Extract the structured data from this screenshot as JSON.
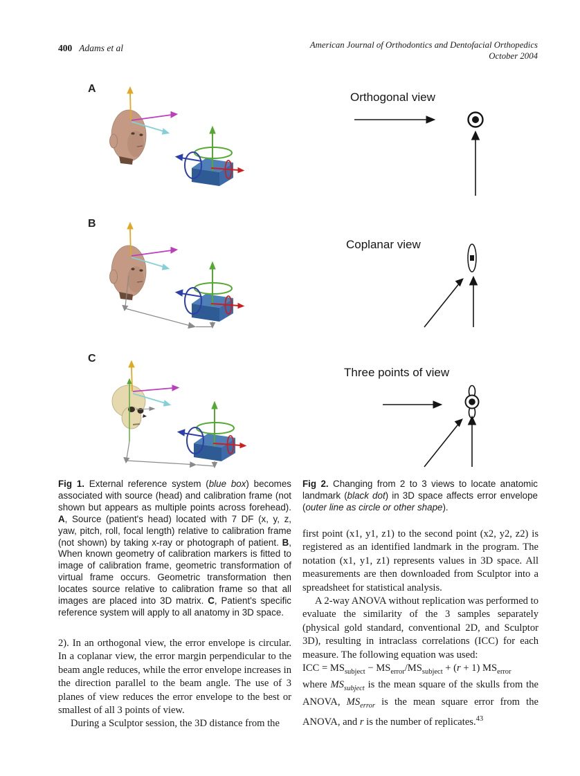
{
  "header": {
    "page_number": "400",
    "authors": "Adams et al",
    "journal_line1": "American Journal of Orthodontics and Dentofacial Orthopedics",
    "journal_line2": "October 2004"
  },
  "fig1": {
    "panel_labels": [
      "A",
      "B",
      "C"
    ],
    "caption_runs": [
      {
        "t": "Fig 1.",
        "s": "b"
      },
      {
        "t": " External reference system (",
        "s": ""
      },
      {
        "t": "blue box",
        "s": "i"
      },
      {
        "t": ") becomes associated with source (head) and calibration frame (not shown but appears as multiple points across forehead). ",
        "s": ""
      },
      {
        "t": "A",
        "s": "b"
      },
      {
        "t": ", Source (patient's head) located with 7 DF (x, y, z, yaw, pitch, roll, focal length) relative to calibration frame (not shown) by taking x-ray or photograph of patient. ",
        "s": ""
      },
      {
        "t": "B",
        "s": "b"
      },
      {
        "t": ", When known geometry of calibration markers is fitted to image of calibration frame, geometric transformation of virtual frame occurs. Geometric transformation then locates source relative to calibration frame so that all images are placed into 3D matrix. ",
        "s": ""
      },
      {
        "t": "C",
        "s": "b"
      },
      {
        "t": ", Patient's specific reference system will apply to all anatomy in 3D space.",
        "s": ""
      }
    ],
    "colors": {
      "box_top": "#4e7fb7",
      "box_front": "#2e5b94",
      "box_side": "#3c6ba8",
      "axis_green": "#55a832",
      "axis_blue": "#2d3fa8",
      "axis_red": "#cc2020",
      "arrow_yellow": "#e0a823",
      "arrow_magenta": "#bb3fbb",
      "arrow_cyan": "#85cfd6",
      "head_skin": "#c49a84",
      "skull_bone": "#e6d9ad",
      "gray_line": "#8a8a8a"
    }
  },
  "fig2": {
    "views": [
      {
        "title": "Orthogonal view"
      },
      {
        "title": "Coplanar view"
      },
      {
        "title": "Three points of view"
      }
    ],
    "caption_runs": [
      {
        "t": "Fig 2.",
        "s": "b"
      },
      {
        "t": " Changing from 2 to 3 views to locate anatomic landmark (",
        "s": ""
      },
      {
        "t": "black dot",
        "s": "i"
      },
      {
        "t": ") in 3D space affects error envelope (",
        "s": ""
      },
      {
        "t": "outer line as circle or other shape",
        "s": "i"
      },
      {
        "t": ").",
        "s": ""
      }
    ],
    "diagram_color": "#151515"
  },
  "body_left": {
    "p1": "2). In an orthogonal view, the error envelope is circular. In a coplanar view, the error margin perpendicular to the beam angle reduces, while the error envelope increases in the direction parallel to the beam angle. The use of 3 planes of view reduces the error envelope to the best or smallest of all 3 points of view.",
    "p2": "During a Sculptor session, the 3D distance from the"
  },
  "body_right": {
    "p1": "first point (x1, y1, z1) to the second point (x2, y2, z2) is registered as an identified landmark in the program. The notation (x1, y1, z1) represents values in 3D space. All measurements are then downloaded from Sculptor into a spreadsheet for statistical analysis.",
    "p2": "A 2-way ANOVA without replication was performed to evaluate the similarity of the 3 samples separately (physical gold standard, conventional 2D, and Sculptor 3D), resulting in intraclass correlations (ICC) for each measure. The following equation was used:",
    "equation_runs": [
      {
        "t": "ICC = MS",
        "s": ""
      },
      {
        "t": "subject",
        "s": "sub"
      },
      {
        "t": " − MS",
        "s": ""
      },
      {
        "t": "error",
        "s": "sub"
      },
      {
        "t": "/MS",
        "s": ""
      },
      {
        "t": "subject",
        "s": "sub"
      },
      {
        "t": " + (",
        "s": ""
      },
      {
        "t": "r",
        "s": "i"
      },
      {
        "t": " + 1) MS",
        "s": ""
      },
      {
        "t": "error",
        "s": "sub"
      }
    ],
    "p3_runs": [
      {
        "t": "where ",
        "s": ""
      },
      {
        "t": "MS",
        "s": "i"
      },
      {
        "t": "subject",
        "s": "i sub"
      },
      {
        "t": " is the mean square of the skulls from the ANOVA, ",
        "s": ""
      },
      {
        "t": "MS",
        "s": "i"
      },
      {
        "t": "error",
        "s": "i sub"
      },
      {
        "t": " is the mean square error from the ANOVA, and ",
        "s": ""
      },
      {
        "t": "r",
        "s": "i"
      },
      {
        "t": " is the number of replicates.",
        "s": ""
      },
      {
        "t": "43",
        "s": "sup"
      }
    ]
  }
}
